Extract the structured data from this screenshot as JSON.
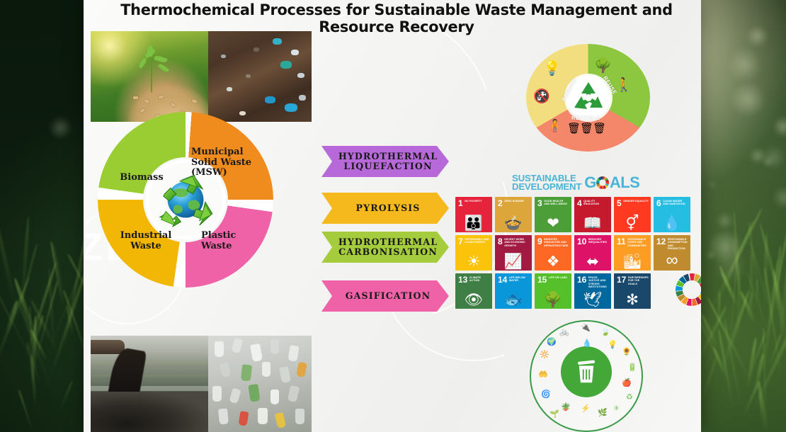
{
  "slide": {
    "title": "Thermochemical Processes for Sustainable Waste Management and Resource Recovery",
    "watermark": "ZERO"
  },
  "photos": [
    {
      "name": "biomass-photo",
      "caption": "Green seedling growing in wood-chip biomass pellets under sunlight"
    },
    {
      "name": "msw-photo",
      "caption": "Municipal solid waste mixed with soil and plastic debris"
    },
    {
      "name": "industrial-waste-photo",
      "caption": "Industrial effluent discharging from a pipe onto polluted land"
    },
    {
      "name": "plastic-waste-photo",
      "caption": "Pile of discarded plastic bottles and containers"
    }
  ],
  "feedstock_wheel": {
    "center_icon": "recycling-globe-icon",
    "segments": [
      {
        "label": "Biomass",
        "color": "#9ACD32"
      },
      {
        "label": "Municipal\nSolid Waste\n(MSW)",
        "line1": "Municipal",
        "line2": "Solid Waste",
        "line3": "(MSW)",
        "color": "#F08B1D"
      },
      {
        "label": "Plastic\nWaste",
        "line1": "Plastic",
        "line2": "Waste",
        "color": "#F062A8"
      },
      {
        "label": "Industrial\nWaste",
        "line1": "Industrial",
        "line2": "Waste",
        "color": "#F2B705"
      }
    ]
  },
  "processes": [
    {
      "label": "HYDROTHERMAL LIQUEFACTION",
      "line1": "HYDROTHERMAL",
      "line2": "LIQUEFACTION",
      "color": "#B768D9"
    },
    {
      "label": "PYROLYSIS",
      "line1": "PYROLYSIS",
      "line2": "",
      "color": "#F5B91E"
    },
    {
      "label": "HYDROTHERMAL CARBONISATION",
      "line1": "HYDROTHERMAL",
      "line2": "CARBONISATION",
      "color": "#A4CC3C"
    },
    {
      "label": "GASIFICATION",
      "line1": "GASIFICATION",
      "line2": "",
      "color": "#F062A8"
    }
  ],
  "r3_wheel": {
    "segments": [
      {
        "label": "REDUCE",
        "color": "#F2DE7E",
        "icons": [
          "lightbulb-icon",
          "no-water-tap-icon"
        ]
      },
      {
        "label": "REUSE",
        "color": "#8DC63F",
        "icons": [
          "tree-icon",
          "person-with-shopping-bag-icon"
        ]
      },
      {
        "label": "RECYCLE",
        "color": "#F4876A",
        "icons": [
          "person-pushing-icon",
          "recycling-bins-icon"
        ]
      }
    ],
    "center_icon": "recycle-symbol-icon"
  },
  "sdg": {
    "heading_line1": "SUSTAINABLE",
    "heading_line2": "DEVELOPMENT",
    "heading_goals": "G",
    "heading_goals_rest": "ALS",
    "heading_color": "#4ab4d8",
    "wheel_icon": "sdg-color-wheel-icon",
    "goals": [
      {
        "num": "1",
        "title": "NO POVERTY",
        "color": "#E5243B",
        "glyph": "👪",
        "icon": "family-icon"
      },
      {
        "num": "2",
        "title": "ZERO HUNGER",
        "color": "#DDA63A",
        "glyph": "🍲",
        "icon": "steaming-bowl-icon"
      },
      {
        "num": "3",
        "title": "GOOD HEALTH AND WELL-BEING",
        "color": "#4C9F38",
        "glyph": "❤",
        "icon": "heartbeat-icon"
      },
      {
        "num": "4",
        "title": "QUALITY EDUCATION",
        "color": "#C5192D",
        "glyph": "📖",
        "icon": "open-book-icon"
      },
      {
        "num": "5",
        "title": "GENDER EQUALITY",
        "color": "#FF3A21",
        "glyph": "⚥",
        "icon": "gender-symbols-icon"
      },
      {
        "num": "6",
        "title": "CLEAN WATER AND SANITATION",
        "color": "#26BDE2",
        "glyph": "💧",
        "icon": "water-glass-icon"
      },
      {
        "num": "7",
        "title": "AFFORDABLE AND CLEAN ENERGY",
        "color": "#FCC30B",
        "glyph": "☀",
        "icon": "sun-power-icon"
      },
      {
        "num": "8",
        "title": "DECENT WORK AND ECONOMIC GROWTH",
        "color": "#A21942",
        "glyph": "📈",
        "icon": "growth-chart-icon"
      },
      {
        "num": "9",
        "title": "INDUSTRY, INNOVATION AND INFRASTRUCTURE",
        "color": "#FD6925",
        "glyph": "❖",
        "icon": "cubes-icon"
      },
      {
        "num": "10",
        "title": "REDUCED INEQUALITIES",
        "color": "#DD1367",
        "glyph": "⬌",
        "icon": "equal-arrows-icon"
      },
      {
        "num": "11",
        "title": "SUSTAINABLE CITIES AND COMMUNITIES",
        "color": "#FD9D24",
        "glyph": "🏙",
        "icon": "city-buildings-icon"
      },
      {
        "num": "12",
        "title": "RESPONSIBLE CONSUMPTION AND PRODUCTION",
        "color": "#BF8B2E",
        "glyph": "∞",
        "icon": "infinity-icon"
      },
      {
        "num": "13",
        "title": "CLIMATE ACTION",
        "color": "#3F7E44",
        "glyph": "👁",
        "icon": "eye-earth-icon"
      },
      {
        "num": "14",
        "title": "LIFE BELOW WATER",
        "color": "#0A97D9",
        "glyph": "🐟",
        "icon": "fish-waves-icon"
      },
      {
        "num": "15",
        "title": "LIFE ON LAND",
        "color": "#56C02B",
        "glyph": "🌳",
        "icon": "tree-birds-icon"
      },
      {
        "num": "16",
        "title": "PEACE, JUSTICE AND STRONG INSTITUTIONS",
        "color": "#00689D",
        "glyph": "🕊",
        "icon": "dove-gavel-icon"
      },
      {
        "num": "17",
        "title": "PARTNERSHIPS FOR THE GOALS",
        "color": "#19486A",
        "glyph": "✻",
        "icon": "interlocking-circles-icon"
      }
    ]
  },
  "eco_circle": {
    "center_icon": "trash-bin-icon",
    "surrounding_icons": [
      "bicycle-icon",
      "plug-icon",
      "leaf-icon",
      "globe-icon",
      "solar-panel-icon",
      "water-drop-icon",
      "lightbulb-icon",
      "flower-icon",
      "battery-icon",
      "hands-plant-icon",
      "apple-icon",
      "recycle-triangle-icon",
      "wind-turbine-icon",
      "potted-plant-icon",
      "seedling-icon",
      "lightning-icon",
      "sprout-icon",
      "fan-icon"
    ]
  }
}
